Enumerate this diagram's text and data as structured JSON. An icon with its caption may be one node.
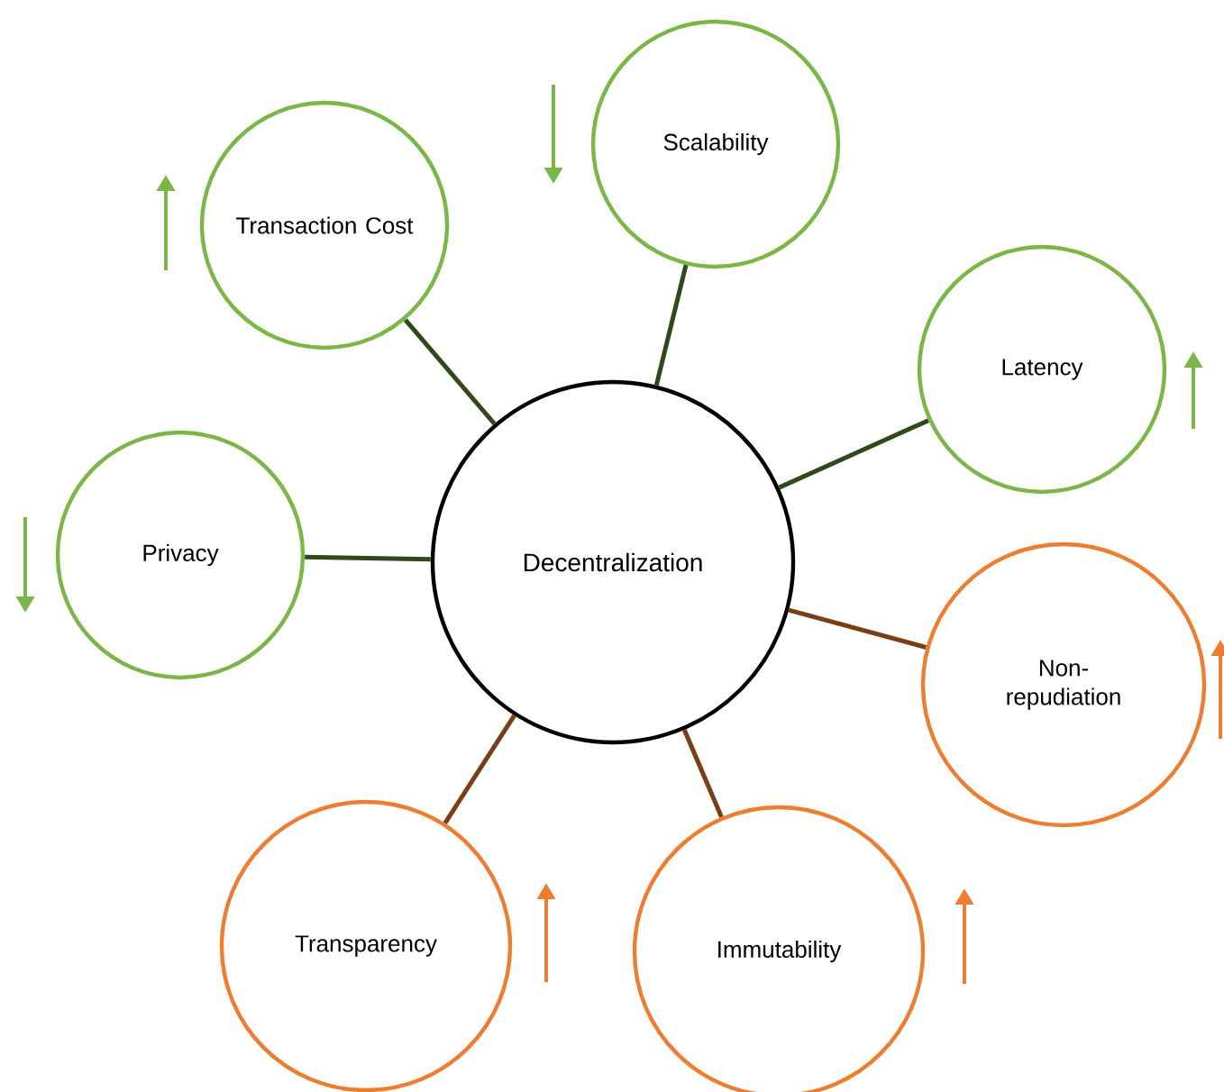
{
  "diagram": {
    "nodes": [
      {
        "text": [
          "Decentralization"
        ]
      },
      {
        "text": [
          "Transaction Cost"
        ]
      },
      {
        "text": [
          "Scalability"
        ]
      },
      {
        "text": [
          "Latency"
        ]
      },
      {
        "text": [
          "Privacy"
        ]
      },
      {
        "text": [
          "Non-repudiation"
        ]
      },
      {
        "text": [
          "Transparency"
        ]
      },
      {
        "text": [
          "Immutability"
        ]
      }
    ],
    "edges": [
      {
        "from": 0,
        "to": 1,
        "arrow": "none"
      },
      {
        "from": 0,
        "to": 2,
        "arrow": "none"
      },
      {
        "from": 0,
        "to": 3,
        "arrow": "none"
      },
      {
        "from": 0,
        "to": 4,
        "arrow": "none"
      },
      {
        "from": 0,
        "to": 5,
        "arrow": "none",
        "color": "#7a3e14"
      },
      {
        "from": 0,
        "to": 6,
        "arrow": "none",
        "color": "#7a3e14"
      },
      {
        "from": 0,
        "to": 7,
        "arrow": "none",
        "color": "#7a3e14"
      }
    ]
  }
}
